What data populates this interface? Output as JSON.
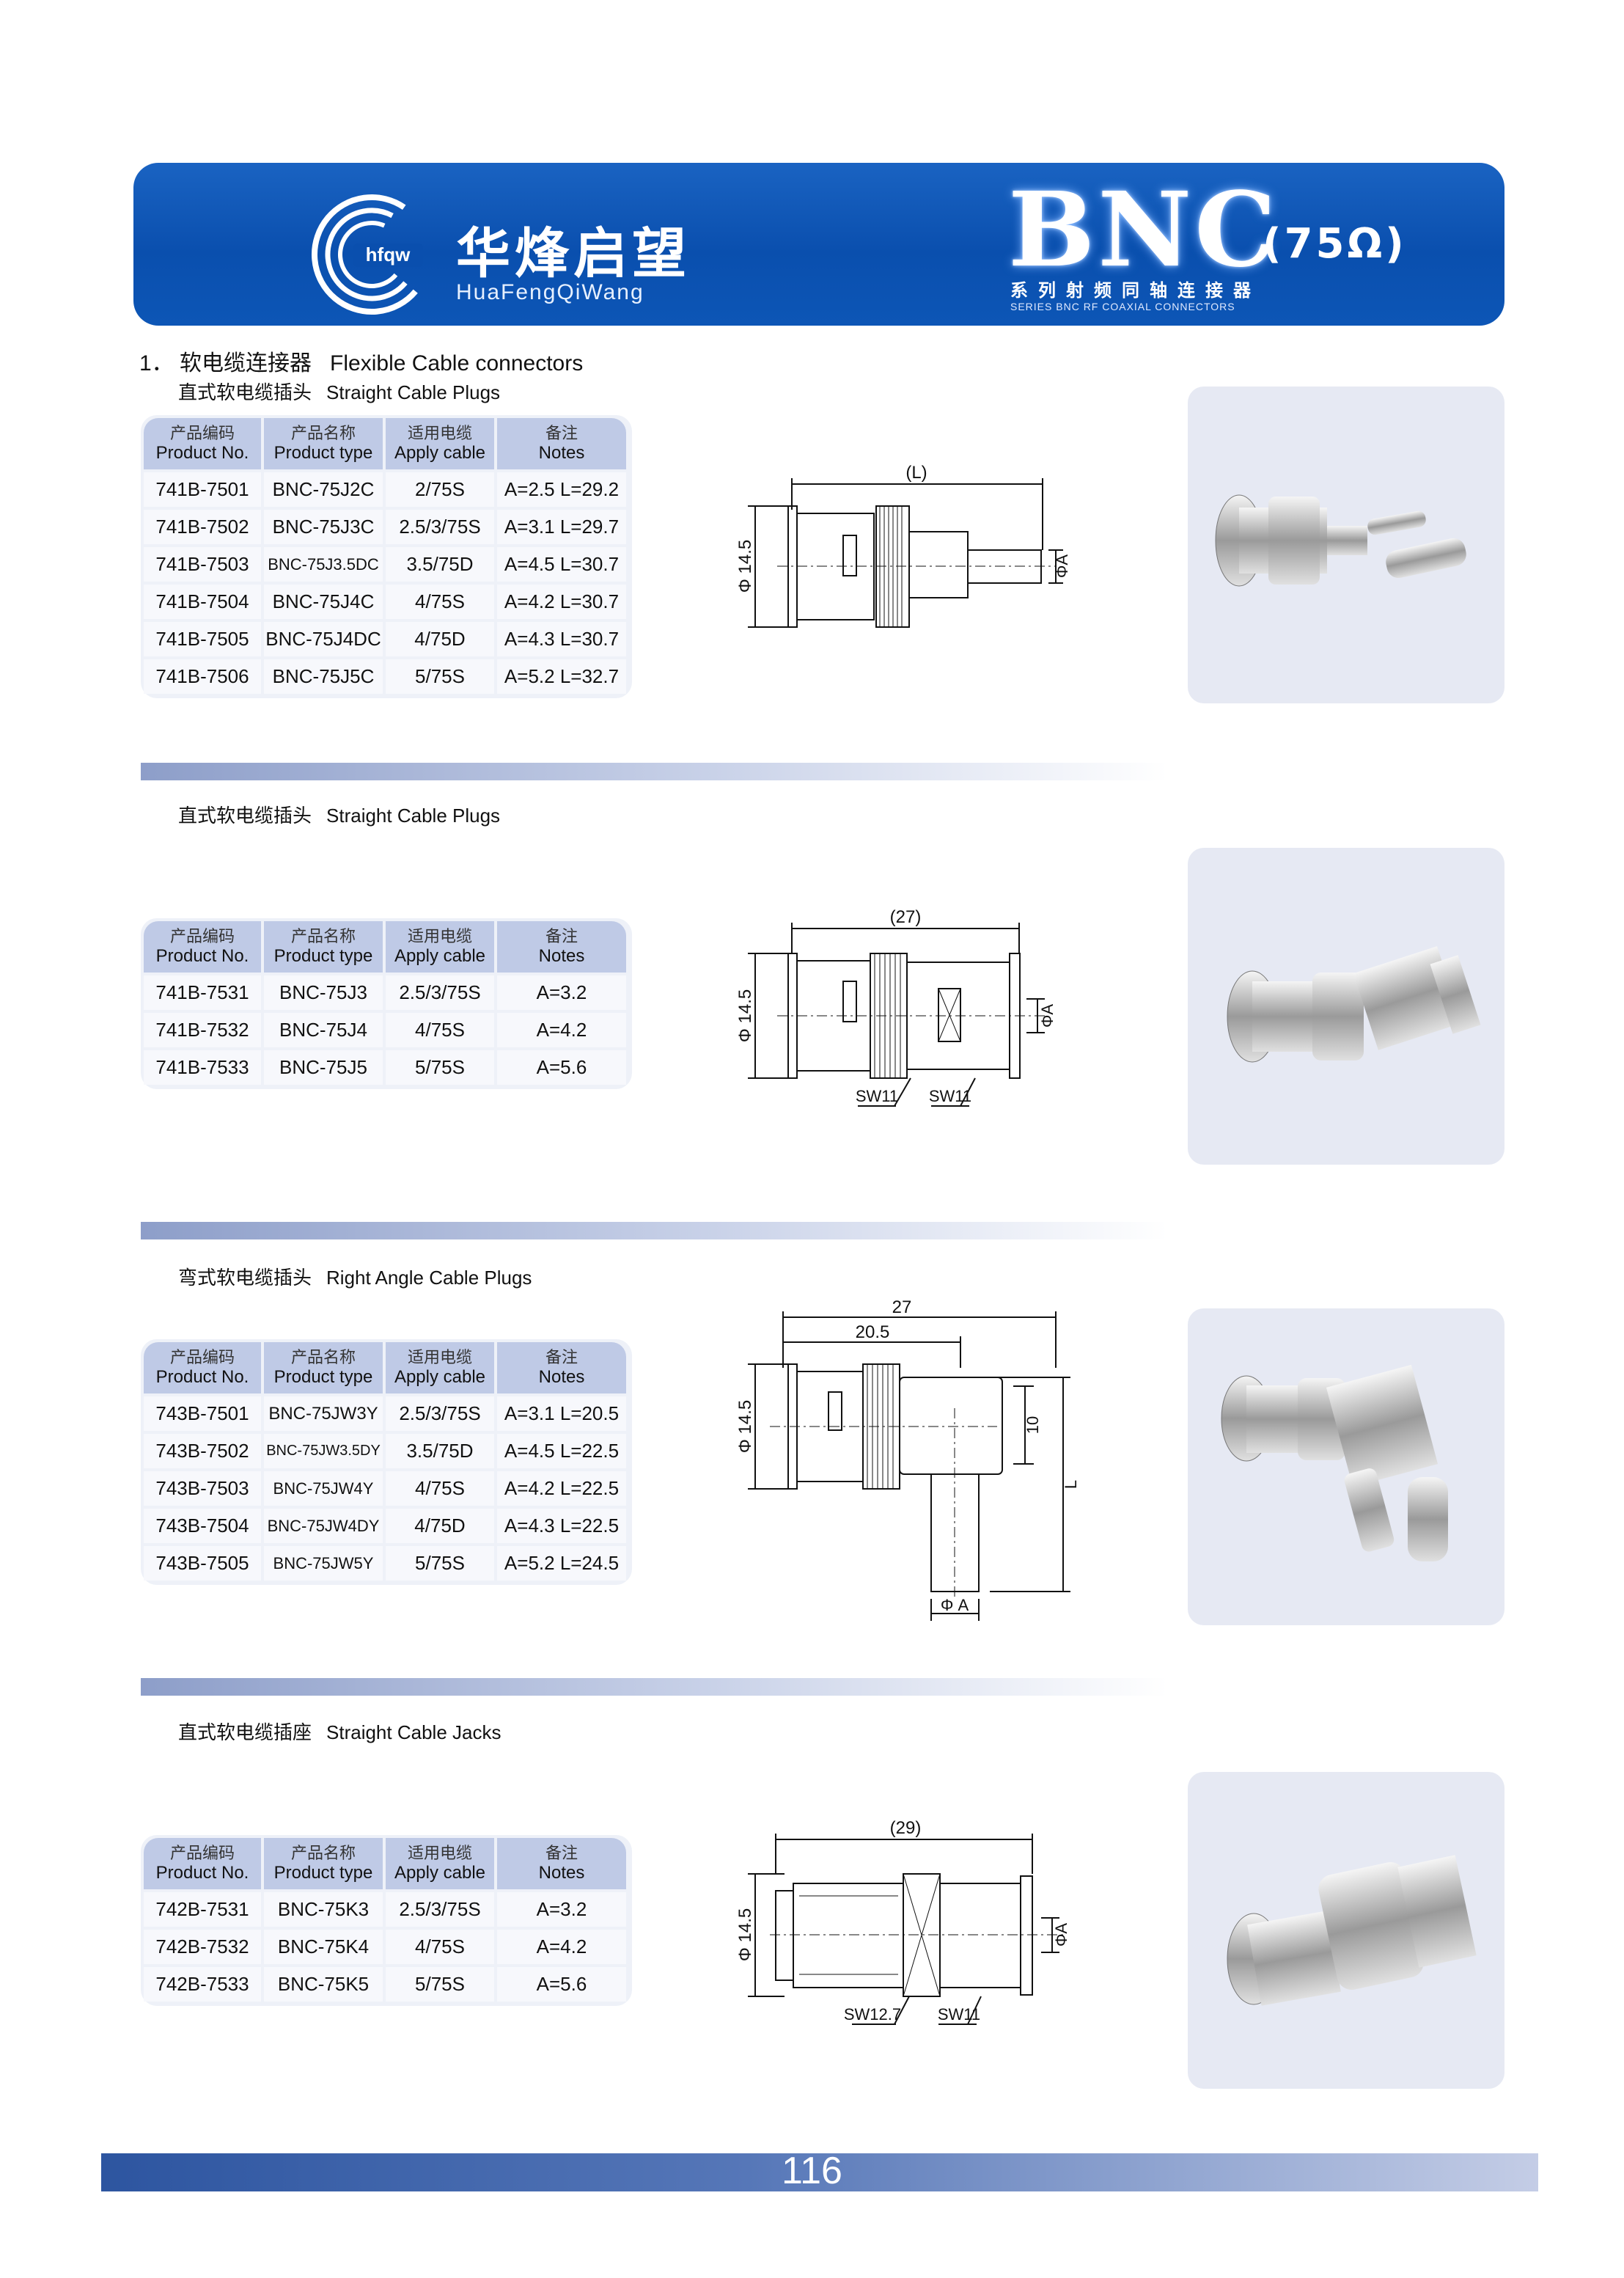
{
  "header": {
    "logo_text": "hfqw",
    "brand_cn": "华烽启望",
    "brand_en": "HuaFengQiWang",
    "series_title": "BNC",
    "impedance": "(75Ω)",
    "series_cn": "系列射频同轴连接器",
    "series_en": "SERIES BNC RF COAXIAL CONNECTORS"
  },
  "section": {
    "number": "1．",
    "title_cn": "软电缆连接器",
    "title_en": "Flexible Cable connectors"
  },
  "columns": {
    "no_cn": "产品编码",
    "no_en": "Product No.",
    "type_cn": "产品名称",
    "type_en": "Product type",
    "cable_cn": "适用电缆",
    "cable_en": "Apply cable",
    "notes_cn": "备注",
    "notes_en": "Notes"
  },
  "groups": [
    {
      "sub_cn": "直式软电缆插头",
      "sub_en": "Straight Cable Plugs",
      "rows": [
        [
          "741B-7501",
          "BNC-75J2C",
          "2/75S",
          "A=2.5 L=29.2"
        ],
        [
          "741B-7502",
          "BNC-75J3C",
          "2.5/3/75S",
          "A=3.1 L=29.7"
        ],
        [
          "741B-7503",
          "BNC-75J3.5DC",
          "3.5/75D",
          "A=4.5 L=30.7"
        ],
        [
          "741B-7504",
          "BNC-75J4C",
          "4/75S",
          "A=4.2 L=30.7"
        ],
        [
          "741B-7505",
          "BNC-75J4DC",
          "4/75D",
          "A=4.3 L=30.7"
        ],
        [
          "741B-7506",
          "BNC-75J5C",
          "5/75S",
          "A=5.2 L=32.7"
        ]
      ],
      "dims": {
        "length": "(L)",
        "diameter": "Φ 14.5",
        "phi_a": "ΦA"
      }
    },
    {
      "sub_cn": "直式软电缆插头",
      "sub_en": "Straight Cable Plugs",
      "rows": [
        [
          "741B-7531",
          "BNC-75J3",
          "2.5/3/75S",
          "A=3.2"
        ],
        [
          "741B-7532",
          "BNC-75J4",
          "4/75S",
          "A=4.2"
        ],
        [
          "741B-7533",
          "BNC-75J5",
          "5/75S",
          "A=5.6"
        ]
      ],
      "dims": {
        "length": "(27)",
        "diameter": "Φ 14.5",
        "phi_a": "ΦA",
        "sw1": "SW11",
        "sw2": "SW11"
      }
    },
    {
      "sub_cn": "弯式软电缆插头",
      "sub_en": "Right Angle Cable Plugs",
      "rows": [
        [
          "743B-7501",
          "BNC-75JW3Y",
          "2.5/3/75S",
          "A=3.1 L=20.5"
        ],
        [
          "743B-7502",
          "BNC-75JW3.5DY",
          "3.5/75D",
          "A=4.5 L=22.5"
        ],
        [
          "743B-7503",
          "BNC-75JW4Y",
          "4/75S",
          "A=4.2 L=22.5"
        ],
        [
          "743B-7504",
          "BNC-75JW4DY",
          "4/75D",
          "A=4.3 L=22.5"
        ],
        [
          "743B-7505",
          "BNC-75JW5Y",
          "5/75S",
          "A=5.2 L=24.5"
        ]
      ],
      "dims": {
        "total": "27",
        "inner": "20.5",
        "diameter": "Φ 14.5",
        "height": "10",
        "l": "L",
        "phi_a": "Φ A"
      }
    },
    {
      "sub_cn": "直式软电缆插座",
      "sub_en": "Straight Cable Jacks",
      "rows": [
        [
          "742B-7531",
          "BNC-75K3",
          "2.5/3/75S",
          "A=3.2"
        ],
        [
          "742B-7532",
          "BNC-75K4",
          "4/75S",
          "A=4.2"
        ],
        [
          "742B-7533",
          "BNC-75K5",
          "5/75S",
          "A=5.6"
        ]
      ],
      "dims": {
        "length": "(29)",
        "diameter": "Φ 14.5",
        "phi_a": "ΦA",
        "sw1": "SW12.7",
        "sw2": "SW11"
      }
    }
  ],
  "footer": {
    "page": "116"
  },
  "colors": {
    "banner": "#0a4fae",
    "header_cell": "#bfcae6",
    "footer": "#2d55a0"
  }
}
